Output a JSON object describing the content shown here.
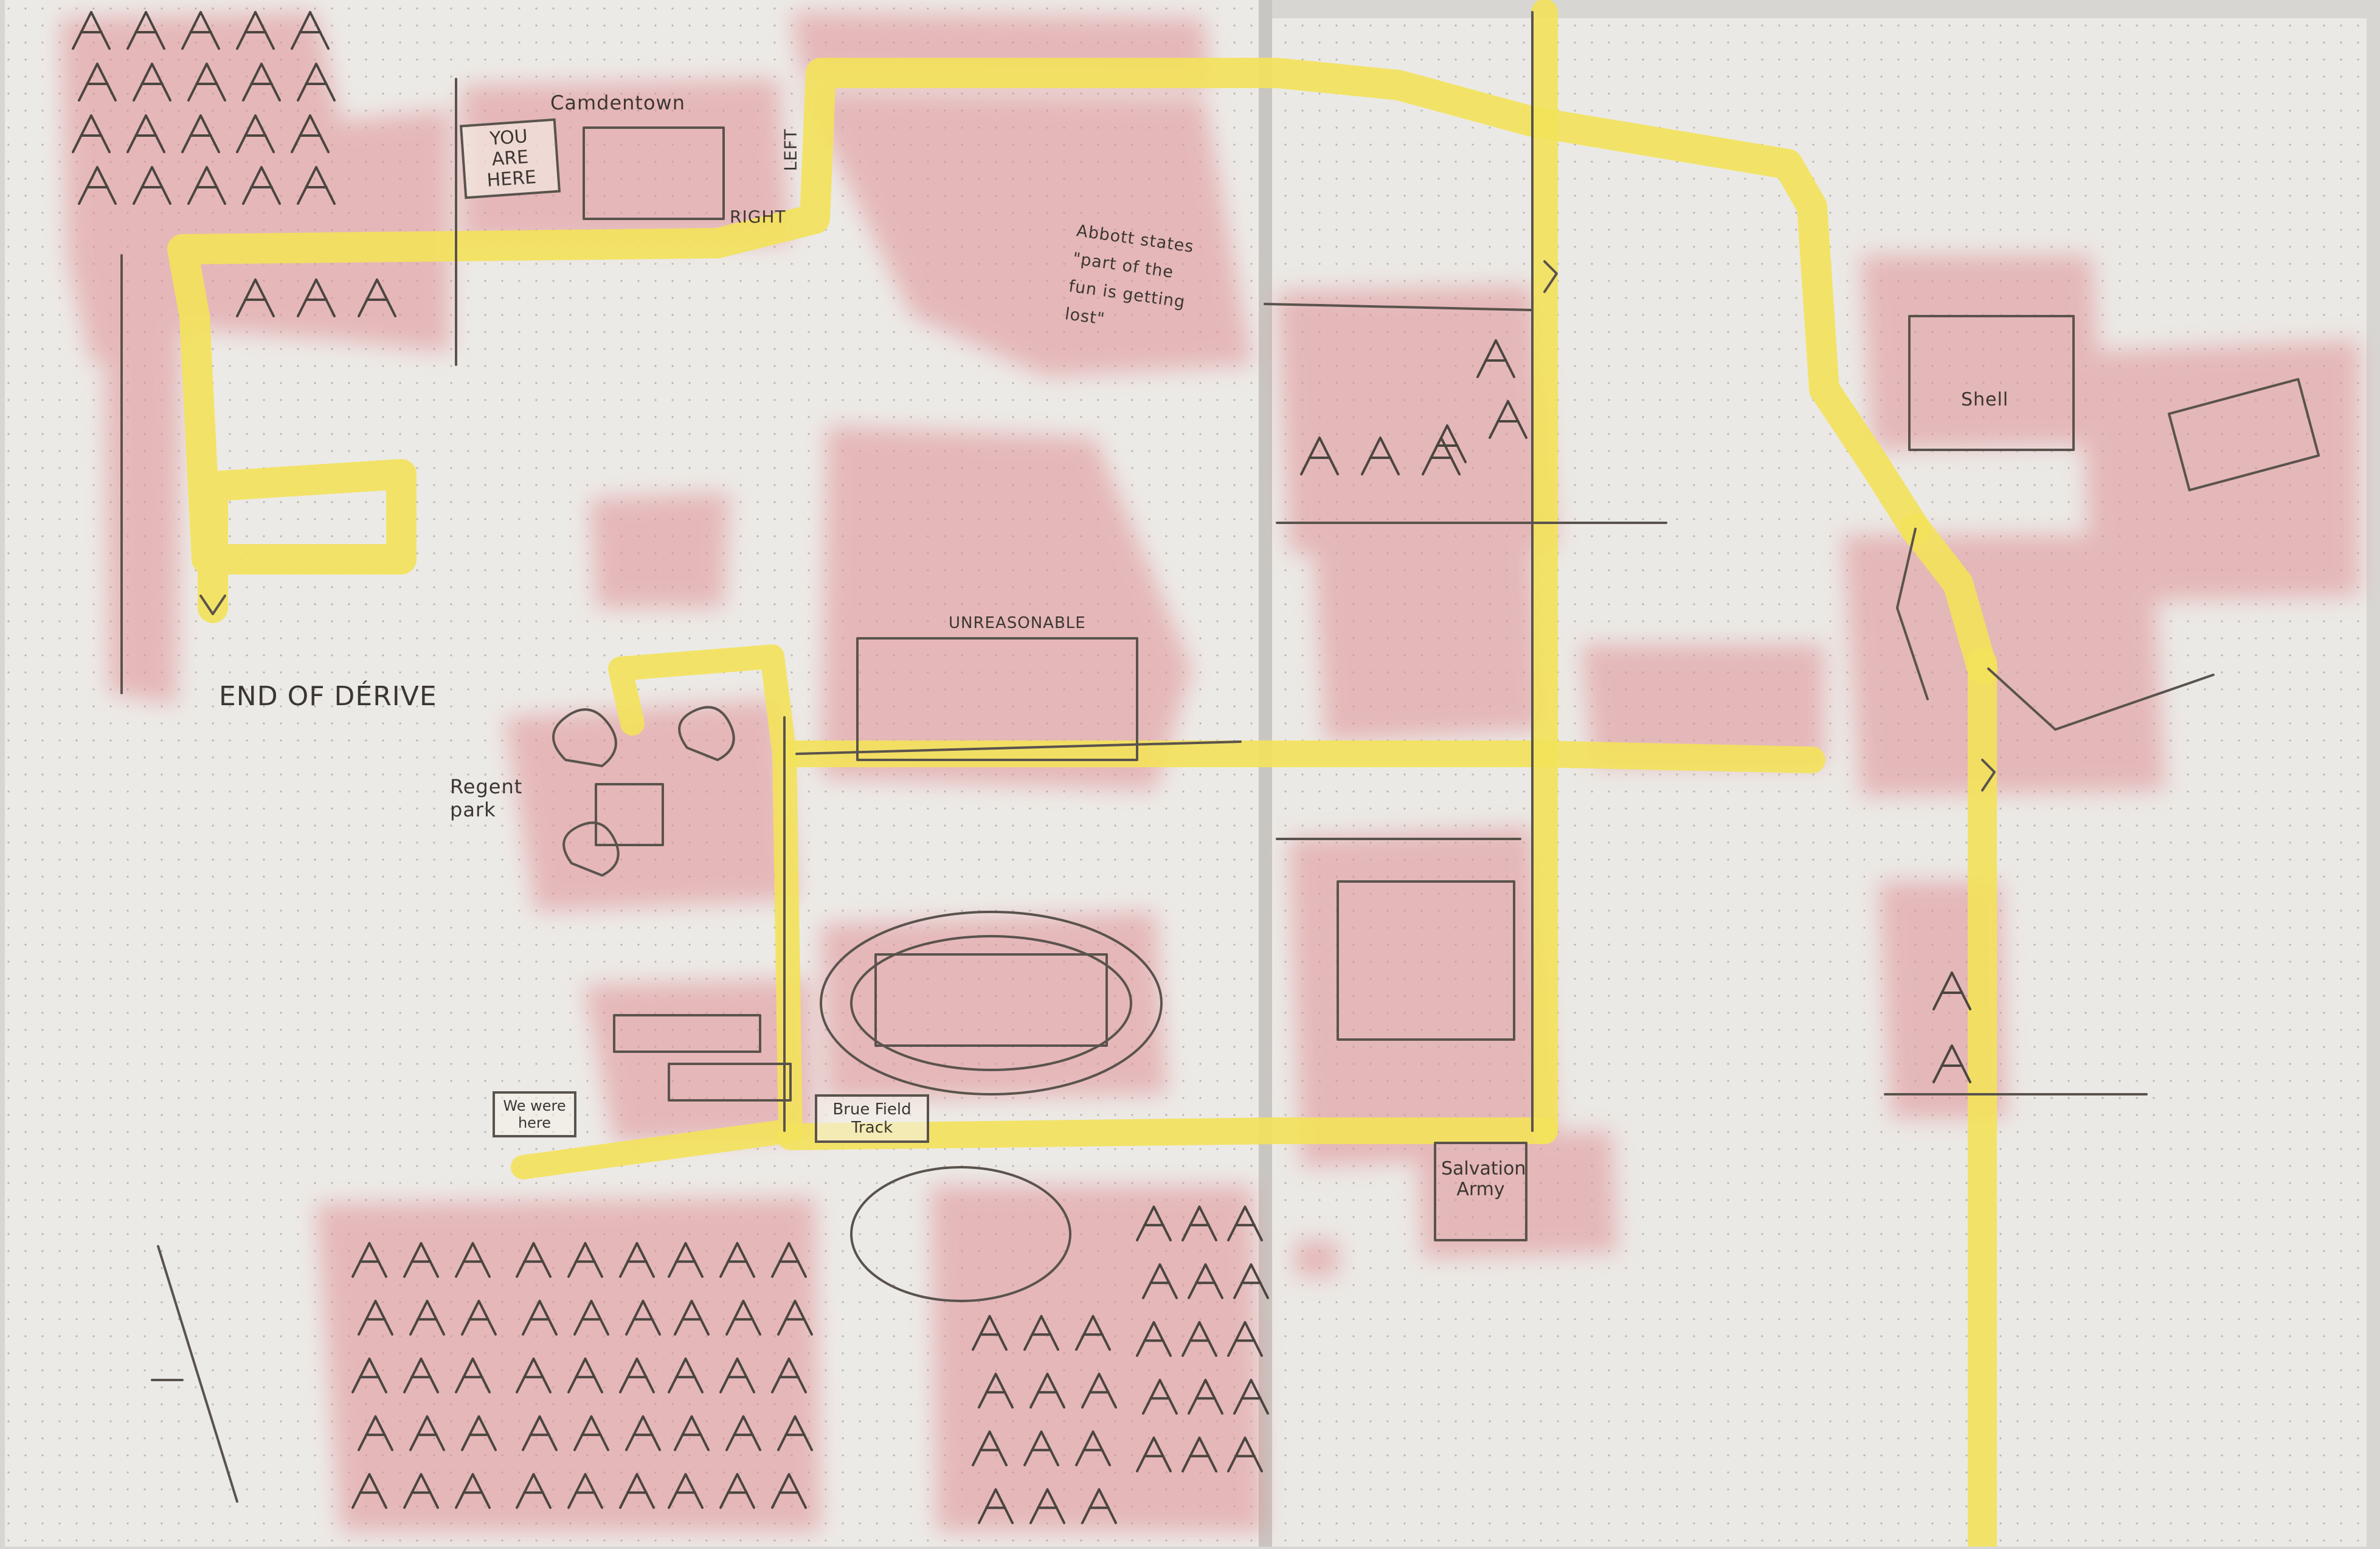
{
  "map": {
    "title": "End of Dérive hand-drawn route map (notebook spread)",
    "labels": {
      "end_of_derive": "END OF DÉRIVE",
      "camdentown": "Camdentown",
      "you_are_here": "YOU ARE HERE",
      "regent_park_line1": "Regent",
      "regent_park_line2": "park",
      "unreasonable": "UNREASONABLE",
      "salvation_army_line1": "Salvation",
      "salvation_army_line2": "Army",
      "shell": "Shell",
      "brue_field_track_line1": "Brue Field",
      "brue_field_track_line2": "Track",
      "we_were_here_line1": "We were",
      "we_were_here_line2": "here",
      "abbott_quote_line1": "Abbott states",
      "abbott_quote_line2": "\"part of the",
      "abbott_quote_line3": "fun is getting",
      "abbott_quote_line4": "lost\"",
      "left": "LEFT",
      "right": "RIGHT"
    },
    "colors": {
      "paper": "#ebe9e5",
      "watercolor": "#e08f95",
      "route": "#f3e25a",
      "pencil": "#5a534d"
    }
  }
}
